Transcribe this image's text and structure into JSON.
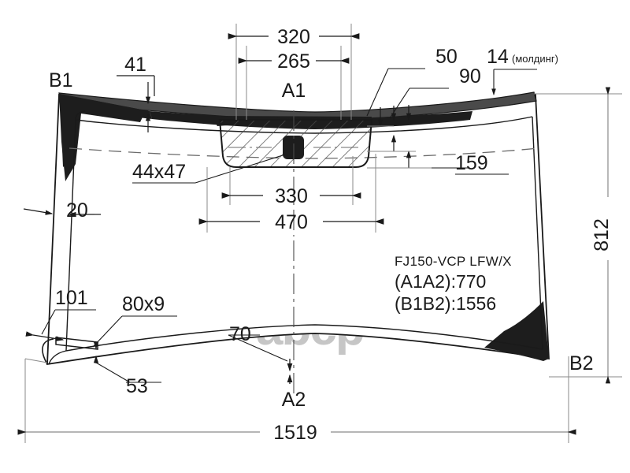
{
  "drawing": {
    "type": "windshield-technical-drawing",
    "part_number": "FJ150-VCP  LFW/X",
    "chord_a": "(A1A2):770",
    "chord_b": "(B1B2):1556",
    "watermark": "abcp",
    "colors": {
      "line": "#1a1a1a",
      "thin_line": "#8a8a8a",
      "molding": "#4a4a4a",
      "frit": "#1d1d1d",
      "watermark": "#c6c6c6",
      "background": "#ffffff"
    }
  },
  "corner_labels": {
    "b1": "B1",
    "b2": "B2",
    "a1": "A1",
    "a2": "A2"
  },
  "dimensions": {
    "top_320": "320",
    "top_265": "265",
    "left_41": "41",
    "right_50": "50",
    "right_90": "90",
    "right_159": "159",
    "molding_14": "14",
    "molding_note": "(молдинг)",
    "mirror_44x47": "44x47",
    "mid_330": "330",
    "mid_470": "470",
    "left_20": "20",
    "left_101": "101",
    "left_80x9": "80x9",
    "left_53": "53",
    "bottom_70": "70",
    "bottom_1519": "1519",
    "right_812": "812"
  }
}
